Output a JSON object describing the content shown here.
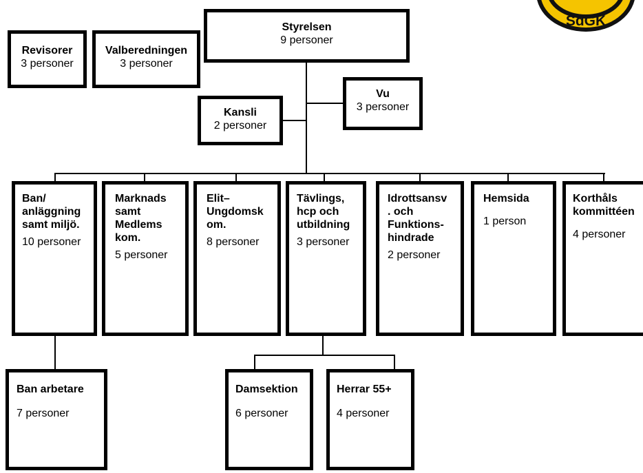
{
  "board": {
    "name": "Styrelsen",
    "count": "9 personer"
  },
  "auditors": {
    "name": "Revisorer",
    "count": "3 personer"
  },
  "nomination": {
    "name": "Valberedningen",
    "count": "3 personer"
  },
  "office": {
    "name": "Kansli",
    "count": "2 personer"
  },
  "vu": {
    "name": "Vu",
    "count": "3 personer"
  },
  "committees": [
    {
      "lines": [
        "Ban/",
        "anläggning",
        "samt miljö."
      ],
      "count": "10 personer"
    },
    {
      "lines": [
        "Marknads",
        "samt",
        "Medlems",
        "kom."
      ],
      "count": "5 personer"
    },
    {
      "lines": [
        "Elit–",
        "Ungdomsk",
        "om."
      ],
      "count": "8 personer"
    },
    {
      "lines": [
        "Tävlings,",
        "hcp och",
        "utbildning"
      ],
      "count": "3 personer"
    },
    {
      "lines": [
        "Idrottsansv",
        ". och",
        "Funktions-",
        "hindrade"
      ],
      "count": "2 personer"
    },
    {
      "lines": [
        "Hemsida"
      ],
      "count": "1 person"
    },
    {
      "lines": [
        "Korthåls",
        "kommittéen"
      ],
      "count": "4 personer"
    }
  ],
  "subgroups": [
    {
      "name": "Ban arbetare",
      "count": "7 personer"
    },
    {
      "name": "Damsektion",
      "count": "6 personer"
    },
    {
      "name": "Herrar 55+",
      "count": "4 personer"
    }
  ],
  "logo": {
    "text": "SdGK",
    "bg_color": "#f5c400",
    "ring_color": "#111111"
  }
}
